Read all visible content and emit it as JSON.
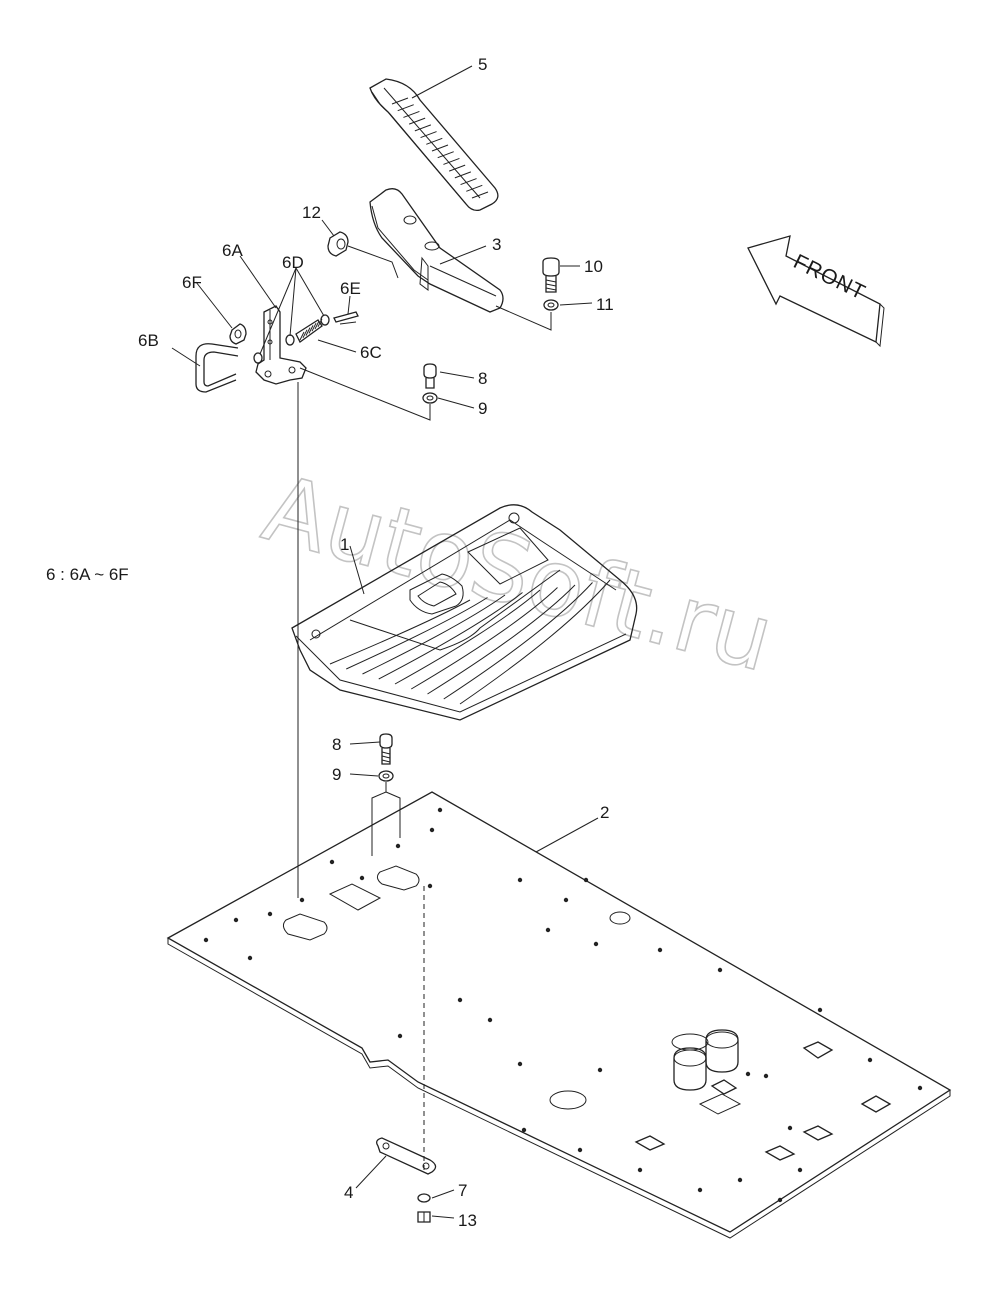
{
  "part_labels": {
    "p1": "1",
    "p2": "2",
    "p3": "3",
    "p4": "4",
    "p5": "5",
    "p6A": "6A",
    "p6B": "6B",
    "p6C": "6C",
    "p6D": "6D",
    "p6E": "6E",
    "p6F": "6F",
    "p7": "7",
    "p8a": "8",
    "p8b": "8",
    "p9a": "9",
    "p9b": "9",
    "p10": "10",
    "p11": "11",
    "p12": "12",
    "p13": "13"
  },
  "note": "6 : 6A ~ 6F",
  "front_arrow": "FRONT",
  "watermark": "AutoSoft.ru",
  "colors": {
    "line": "#222222",
    "watermark": "#bdbdbd",
    "background": "#ffffff"
  }
}
